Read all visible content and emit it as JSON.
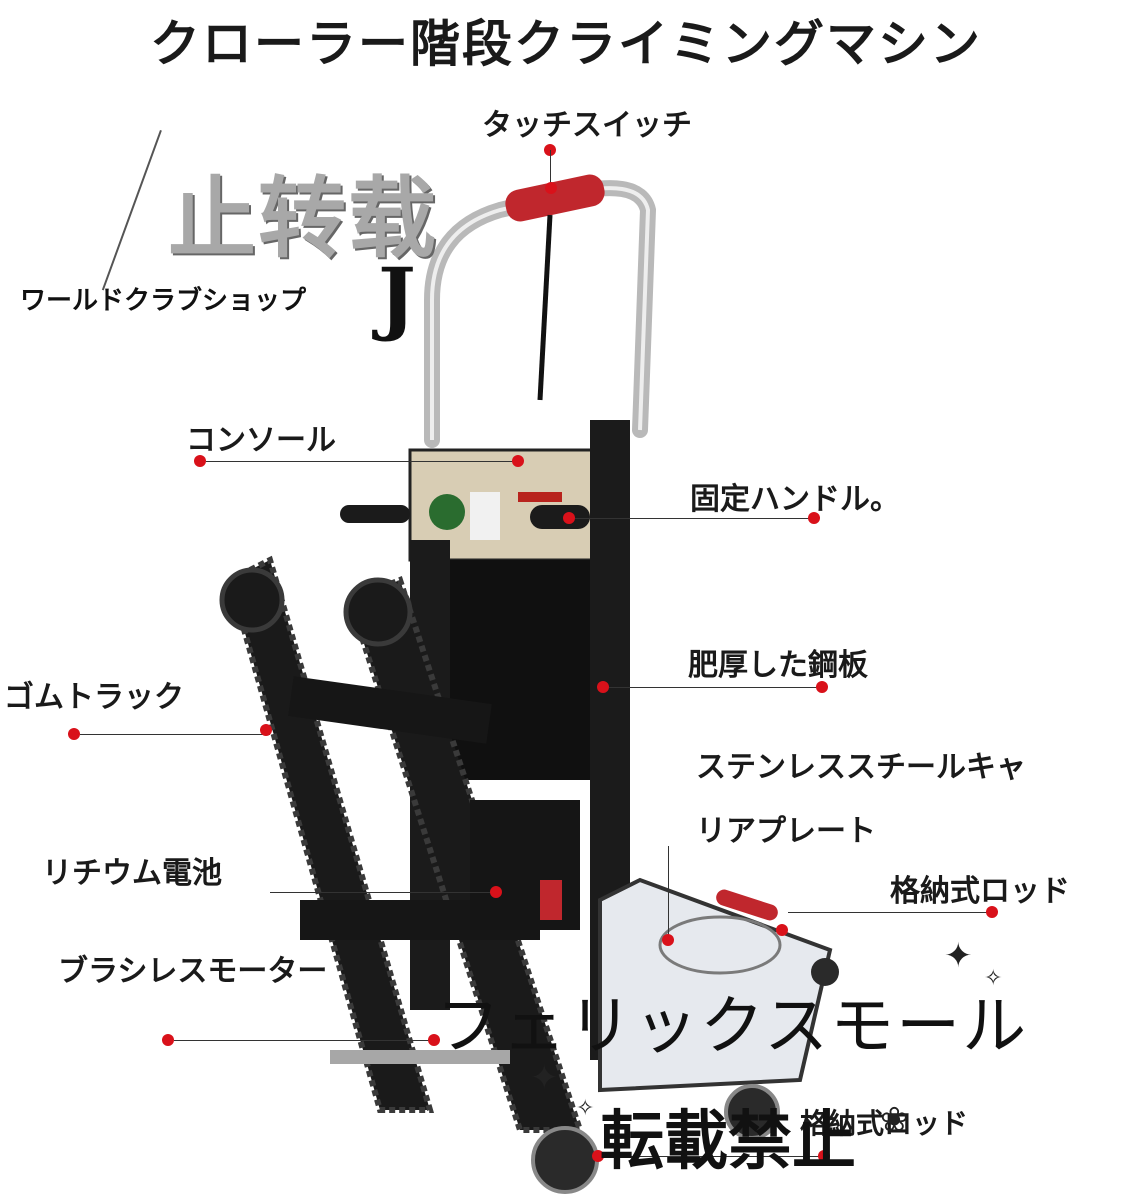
{
  "title": "クローラー階段クライミングマシン",
  "labels": {
    "touch_switch": "タッチスイッチ",
    "console": "コンソール",
    "fixed_handle": "固定ハンドル。",
    "rubber_track": "ゴムトラック",
    "steel_plate": "肥厚した鋼板",
    "carrier_plate_1": "ステンレススチールキャ",
    "carrier_plate_2": "リアプレート",
    "lithium_battery": "リチウム電池",
    "retractable_rod": "格納式ロッド",
    "brushless_motor": "ブラシレスモーター",
    "retractable_rod_2": "格納式ロッド"
  },
  "watermarks": {
    "big": "止转载",
    "shop": "ワールドクラブショップ",
    "j": "J",
    "felix": "フェリックスモール",
    "ban": "転載禁止"
  },
  "colors": {
    "accent": "#d9111a",
    "frame": "#1b1b1b",
    "steel": "#c9c9c9",
    "grip": "#c0272d"
  }
}
